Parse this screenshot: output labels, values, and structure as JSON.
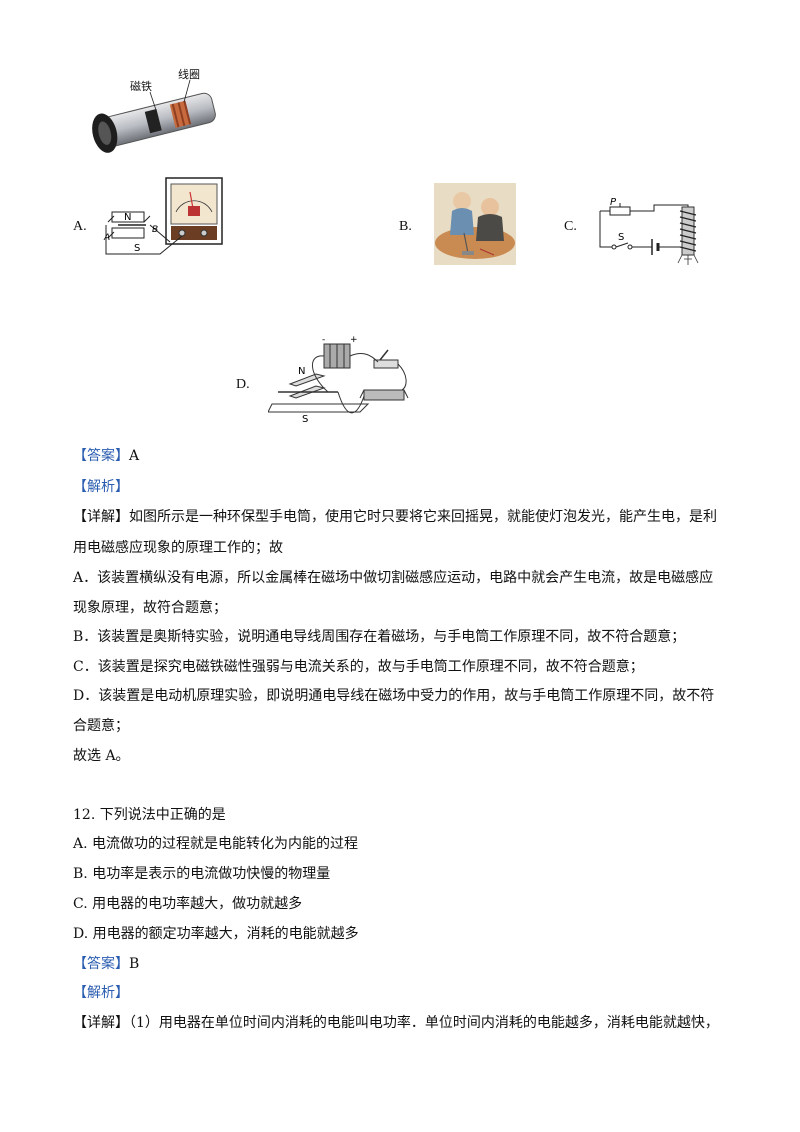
{
  "figure_top": {
    "label_magnet": "磁铁",
    "label_coil": "线圈"
  },
  "options_figures": {
    "A": {
      "label": "A.",
      "letters": [
        "N",
        "S",
        "A",
        "B"
      ]
    },
    "B": {
      "label": "B."
    },
    "C": {
      "label": "C.",
      "letters": [
        "P",
        "S"
      ]
    },
    "D": {
      "label": "D.",
      "letters": [
        "N",
        "S",
        "-",
        "+"
      ]
    }
  },
  "q11": {
    "answer_tag": "【答案】",
    "answer": "A",
    "analysis_tag": "【解析】",
    "detail_tag": "【详解】",
    "detail_line1": "如图所示是一种环保型手电筒，使用它时只要将它来回摇晃，就能使灯泡发光，能产生电，是利",
    "detail_line2": "用电磁感应现象的原理工作的；故",
    "A_line1": "A．该装置横纵没有电源，所以金属棒在磁场中做切割磁感应运动，电路中就会产生电流，故是电磁感应",
    "A_line2": "现象原理，故符合题意；",
    "B_line": "B．该装置是奥斯特实验，说明通电导线周围存在着磁场，与手电筒工作原理不同，故不符合题意；",
    "C_line": "C．该装置是探究电磁铁磁性强弱与电流关系的，故与手电筒工作原理不同，故不符合题意；",
    "D_line1": "D．该装置是电动机原理实验，即说明通电导线在磁场中受力的作用，故与手电筒工作原理不同，故不符",
    "D_line2": "合题意；",
    "conclusion": "故选 A。"
  },
  "q12": {
    "stem": "12. 下列说法中正确的是",
    "options": [
      "A. 电流做功的过程就是电能转化为内能的过程",
      "B. 电功率是表示的电流做功快慢的物理量",
      "C. 用电器的电功率越大，做功就越多",
      "D. 用电器的额定功率越大，消耗的电能就越多"
    ],
    "answer_tag": "【答案】",
    "answer": "B",
    "analysis_tag": "【解析】",
    "detail_tag": "【详解】",
    "detail_line1": "（1）用电器在单位时间内消耗的电能叫电功率．单位时间内消耗的电能越多，消耗电能就越快，"
  }
}
